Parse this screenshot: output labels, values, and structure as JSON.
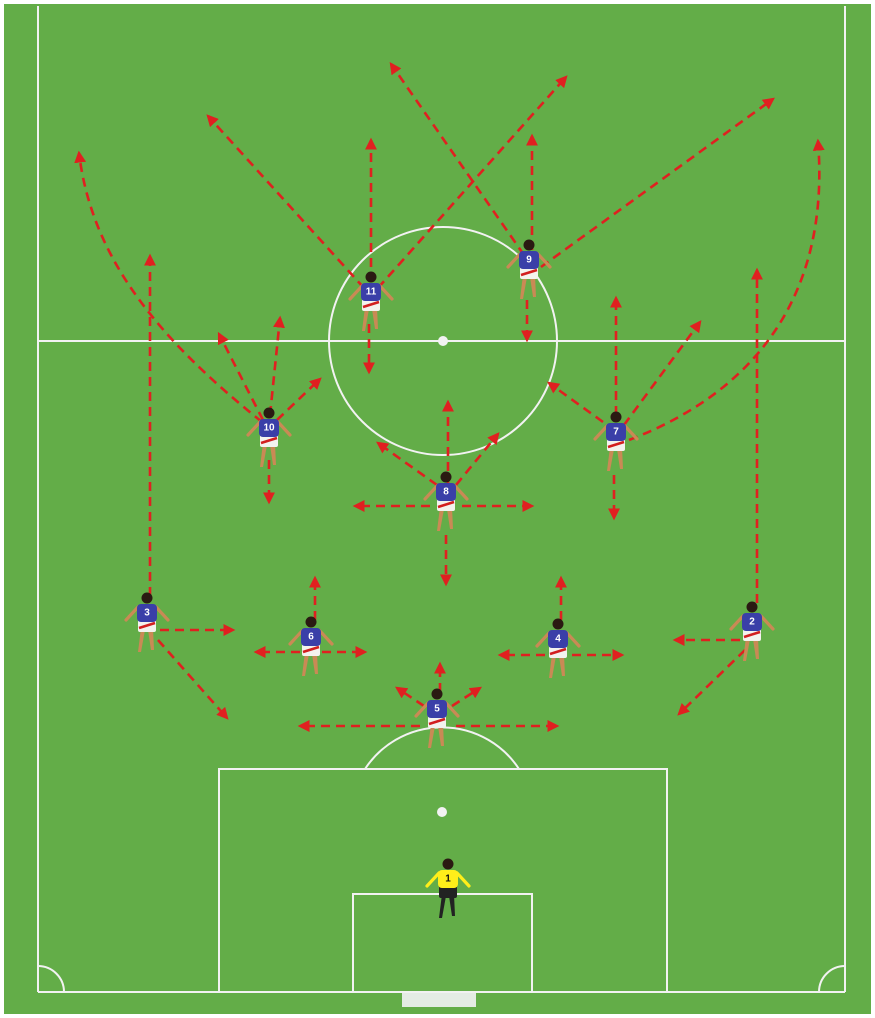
{
  "diagram": {
    "pitch_color": "#63ad48",
    "line_color": "#f2f2f2",
    "arrow_color": "#e02020",
    "shirt_color": "#3a3fa8",
    "shorts_color": "#f3f3ee",
    "gk_shirt_color": "#ffee1a",
    "players": [
      {
        "number": "1",
        "role": "goalkeeper"
      },
      {
        "number": "2",
        "role": "outfield"
      },
      {
        "number": "3",
        "role": "outfield"
      },
      {
        "number": "4",
        "role": "outfield"
      },
      {
        "number": "5",
        "role": "outfield"
      },
      {
        "number": "6",
        "role": "outfield"
      },
      {
        "number": "7",
        "role": "outfield"
      },
      {
        "number": "8",
        "role": "outfield"
      },
      {
        "number": "9",
        "role": "outfield"
      },
      {
        "number": "10",
        "role": "outfield"
      },
      {
        "number": "11",
        "role": "outfield"
      }
    ]
  }
}
